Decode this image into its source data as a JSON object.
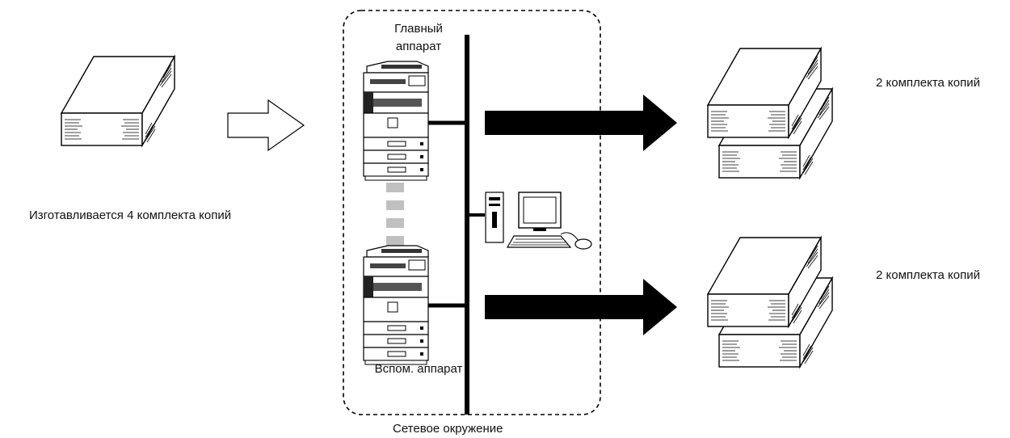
{
  "source": {
    "label": "Изготавливается 4 комплекта копий"
  },
  "network": {
    "label": "Сетевое окружение",
    "main_device_label": "Главный аппарат",
    "aux_device_label": "Вспом. аппарат"
  },
  "outputs": [
    {
      "label": "2 комплекта копий"
    },
    {
      "label": "2 комплекта копий"
    }
  ],
  "colors": {
    "line": "#000000",
    "dash_link": "#c0c0c0",
    "box_fill": "#ffffff"
  }
}
